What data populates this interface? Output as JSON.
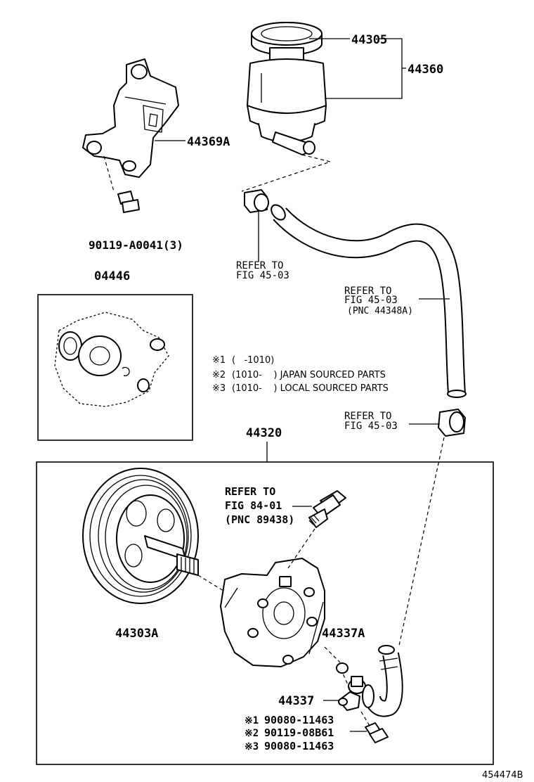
{
  "callouts": {
    "p44305": "44305",
    "p44360": "44360",
    "p44369a": "44369A",
    "p90119a": "90119-A0041(3)",
    "p04446": "04446",
    "p44320": "44320",
    "p44303a": "44303A",
    "p44337a": "44337A",
    "p44337": "44337",
    "drawing_id": "454474B"
  },
  "refers": {
    "clamp_top": [
      "REFER TO",
      "FIG 45-03"
    ],
    "hose": [
      "REFER TO",
      "FIG 45-03",
      "(PNC 44348A)"
    ],
    "clamp_bottom": [
      "REFER TO",
      "FIG 45-03"
    ],
    "sensor": [
      "REFER TO",
      "FIG 84-01",
      "(PNC 89438)"
    ]
  },
  "notes": [
    {
      "mark": "※1",
      "text": "(   -1010)"
    },
    {
      "mark": "※2",
      "text": "(1010-    ) JAPAN SOURCED PARTS"
    },
    {
      "mark": "※3",
      "text": "(1010-    ) LOCAL SOURCED PARTS"
    }
  ],
  "bolt_variants": [
    {
      "mark": "※1",
      "part": "90080-11463"
    },
    {
      "mark": "※2",
      "part": "90119-08B61"
    },
    {
      "mark": "※3",
      "part": "90080-11463"
    }
  ]
}
